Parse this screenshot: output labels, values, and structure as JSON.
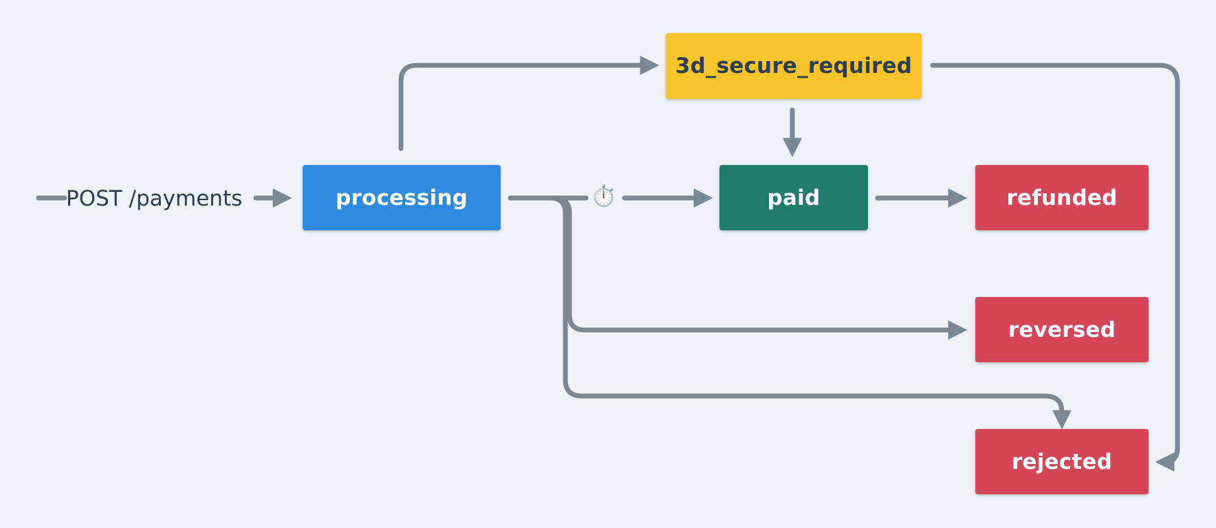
{
  "entry": {
    "label": "POST /payments"
  },
  "states": {
    "processing": {
      "label": "processing",
      "color": "#2e8ade",
      "text_color": "#ffffff"
    },
    "three_d_secure": {
      "label": "3d_secure_required",
      "color": "#f7c42a",
      "text_color": "#2c3e50"
    },
    "paid": {
      "label": "paid",
      "color": "#207b69",
      "text_color": "#ffffff"
    },
    "refunded": {
      "label": "refunded",
      "color": "#d4455a",
      "text_color": "#ffffff"
    },
    "reversed": {
      "label": "reversed",
      "color": "#d4455a",
      "text_color": "#ffffff"
    },
    "rejected": {
      "label": "rejected",
      "color": "#d4455a",
      "text_color": "#ffffff"
    }
  },
  "timer": {
    "icon": "stopwatch-icon",
    "glyph": "⏱️"
  },
  "edge_color": "#7a8896",
  "transitions": [
    {
      "from": "entry",
      "to": "processing"
    },
    {
      "from": "processing",
      "to": "three_d_secure"
    },
    {
      "from": "processing",
      "to": "paid",
      "via": "timer"
    },
    {
      "from": "processing",
      "to": "reversed"
    },
    {
      "from": "processing",
      "to": "rejected"
    },
    {
      "from": "three_d_secure",
      "to": "paid"
    },
    {
      "from": "three_d_secure",
      "to": "rejected"
    },
    {
      "from": "paid",
      "to": "refunded"
    }
  ]
}
